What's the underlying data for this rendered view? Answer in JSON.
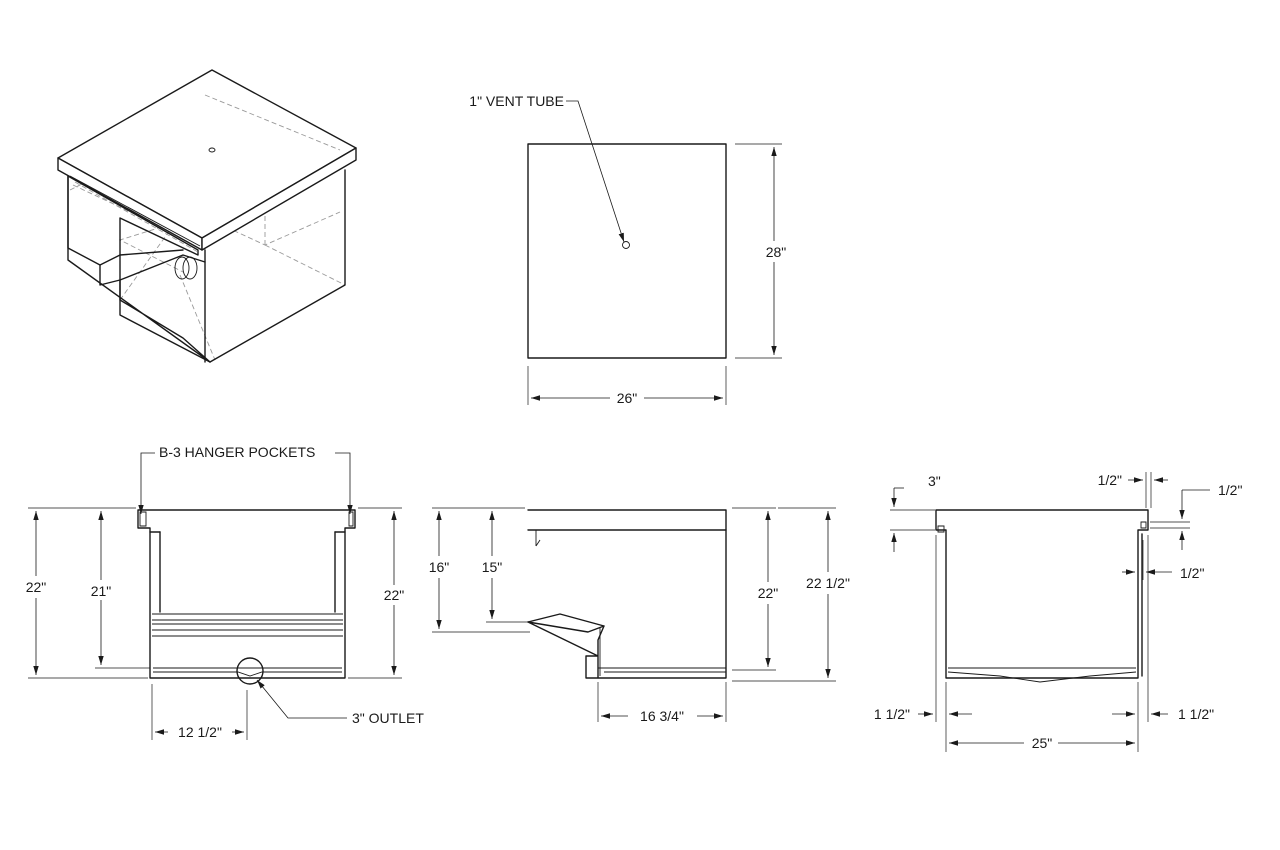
{
  "isometric_view": {},
  "top_view": {
    "vent_label": "1\" VENT TUBE",
    "width_label": "26\"",
    "depth_label": "28\""
  },
  "front_view": {
    "hanger_label": "B-3 HANGER POCKETS",
    "overall_height_label": "22\"",
    "inner_height_label": "21\"",
    "right_height_label": "22\"",
    "outlet_offset_label": "12 1/2\"",
    "outlet_label": "3\" OUTLET"
  },
  "side_view": {
    "height_16_label": "16\"",
    "height_15_label": "15\"",
    "height_22_label": "22\"",
    "height_22_5_label": "22 1/2\"",
    "bottom_width_label": "16 3/4\""
  },
  "end_view": {
    "top_lip_label": "3\"",
    "pocket_gap_label": "1/2\"",
    "pocket_height_label": "1/2\"",
    "wall_gap_label": "1/2\"",
    "left_flange_label": "1 1/2\"",
    "right_flange_label": "1 1/2\"",
    "width_label": "25\""
  }
}
